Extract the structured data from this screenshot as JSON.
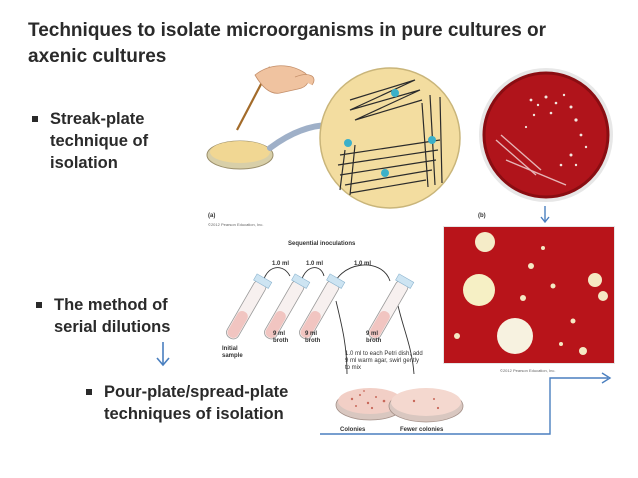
{
  "slide": {
    "title": "Techniques to isolate microorganisms in pure cultures or axenic cultures",
    "bullets": [
      "Streak-plate technique of isolation",
      "The method of serial dilutions",
      "Pour-plate/spread-plate techniques of isolation"
    ]
  },
  "figure": {
    "panel_a": "(a)",
    "panel_b": "(b)",
    "copyright": "©2012 Pearson Education, Inc.",
    "sequential_inoculations": "Sequential inoculations",
    "volume_1ml": "1.0 ml",
    "tube_label": "9 ml broth",
    "initial_sample": "Initial sample",
    "pour_note": "1.0 ml to each Petri dish, add 9 ml warm agar, swirl gently to mix",
    "colonies": "Colonies",
    "fewer_colonies": "Fewer colonies"
  },
  "colors": {
    "text": "#2a2a2a",
    "accent_blue": "#4a7fbf",
    "agar_red": "#b0141b",
    "streak_agar": "#f3dda0"
  }
}
